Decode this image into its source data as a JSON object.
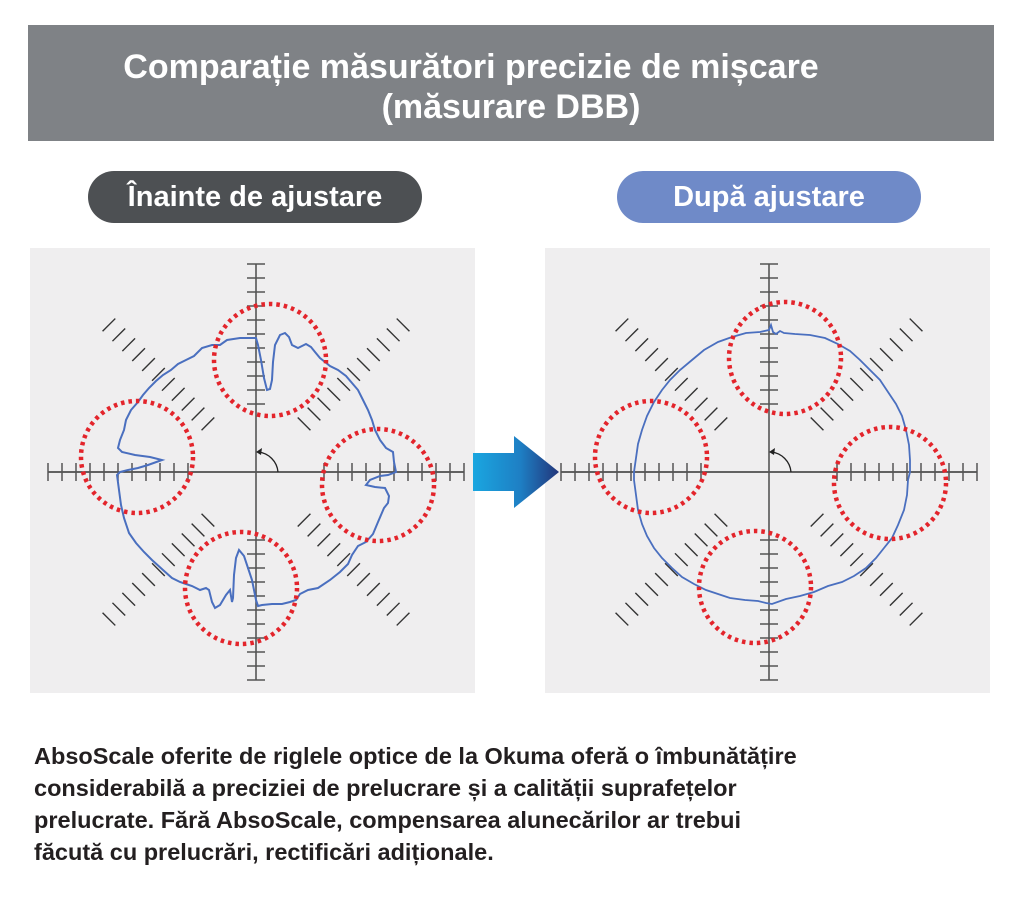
{
  "header": {
    "title_line1": "Comparație măsurători precizie de mișcare",
    "title_line2": "(măsurare DBB)",
    "background_color": "#7f8286"
  },
  "labels": {
    "before": "Înainte de ajustare",
    "after": "După ajustare",
    "before_color": "#4d5053",
    "after_color": "#6f8ac8"
  },
  "icons": {
    "transition_arrow": "arrow-right-icon",
    "rotation_direction": "counterclockwise-arc-icon"
  },
  "colors": {
    "trace": "#4a6fbf",
    "highlight_circles": "#e3242b",
    "axes": "#3a3a3a",
    "panel_background": "#efeeef",
    "arrow_gradient_start": "#1aa6e0",
    "arrow_gradient_end": "#22357a"
  },
  "caption": {
    "lines": [
      "AbsoScale oferite de riglele optice de la Okuma oferă o îmbunătățire",
      "considerabilă a preciziei de prelucrare și a calității suprafețelor",
      "prelucrate. Fără AbsoScale, compensarea alunecărilor ar trebui",
      "făcută cu prelucrări, rectificări adiționale."
    ]
  },
  "chart_data": [
    {
      "type": "scatter",
      "title": "Înainte de ajustare",
      "description": "DBB circular (polar) trace with large quadrant-reversal spikes at 0°, 90°, 180°, 270°, each highlighted by a red dotted circle",
      "axes": {
        "horizontal_ticks": 30,
        "vertical_ticks": 30,
        "diagonal_hash_marks": true,
        "grid": false
      },
      "highlights": [
        "top (90°)",
        "left (180°)",
        "right (0°)",
        "bottom (270°)"
      ],
      "trace_quality": "large spikes / distortion at axis crossings"
    },
    {
      "type": "scatter",
      "title": "După ajustare",
      "description": "DBB circular (polar) trace after adjustment; nearly smooth circle, quadrant spikes eliminated; same red dotted highlight circles",
      "axes": {
        "horizontal_ticks": 30,
        "vertical_ticks": 30,
        "diagonal_hash_marks": true,
        "grid": false
      },
      "highlights": [
        "top (90°)",
        "left (180°)",
        "right (0°)",
        "bottom (270°)"
      ],
      "trace_quality": "smooth, minor noise only"
    }
  ]
}
